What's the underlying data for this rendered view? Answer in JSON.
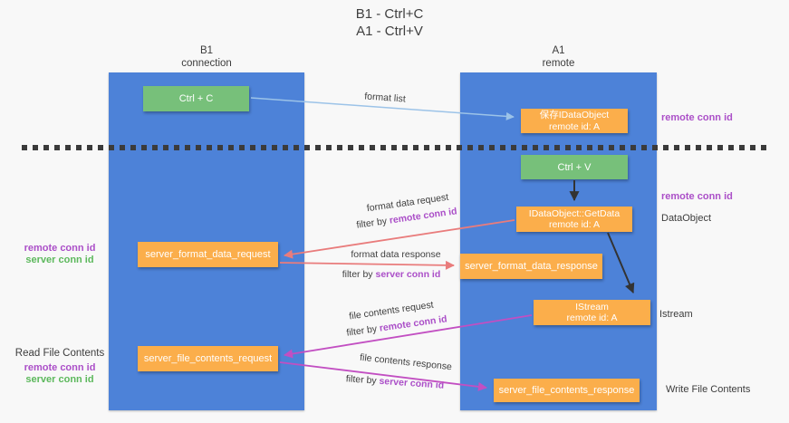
{
  "title": {
    "line1": "B1 - Ctrl+C",
    "line2": "A1 - Ctrl+V"
  },
  "lanes": {
    "left": {
      "name": "B1",
      "role": "connection"
    },
    "right": {
      "name": "A1",
      "role": "remote"
    }
  },
  "boxes": {
    "ctrl_c": {
      "label": "Ctrl + C"
    },
    "save_idataobject": {
      "line1": "保存IDataObject",
      "line2": "remote id: A"
    },
    "ctrl_v": {
      "label": "Ctrl + V"
    },
    "getdata": {
      "line1": "IDataObject::GetData",
      "line2": "remote id: A"
    },
    "format_request": {
      "label": "server_format_data_request"
    },
    "format_response": {
      "label": "server_format_data_response"
    },
    "istream": {
      "line1": "IStream",
      "line2": "remote id: A"
    },
    "file_request": {
      "label": "server_file_contents_request"
    },
    "file_response": {
      "label": "server_file_contents_response"
    }
  },
  "flow_labels": {
    "format_list": "format list",
    "format_data_request": "format data request",
    "format_data_response": "format data response",
    "file_contents_request": "file contents request",
    "file_contents_response": "file contents response",
    "filter_by": "filter by ",
    "remote_conn_id": "remote conn id",
    "server_conn_id": "server conn id"
  },
  "side_labels": {
    "remote_conn_id": "remote conn id",
    "server_conn_id": "server conn id",
    "dataobject": "DataObject",
    "istream": "Istream",
    "read_file_contents": "Read File Contents",
    "write_file_contents": "Write File Contents"
  },
  "colors": {
    "lane_blue": "#4d82d8",
    "box_orange": "#fbae4b",
    "box_green": "#77c07a",
    "purple_text": "#ab4fc8",
    "green_text": "#5cb85c",
    "arrow_red": "#e97c7c",
    "arrow_magenta": "#c24fc2",
    "arrow_lightblue": "#9cc3e8",
    "arrow_black": "#333333",
    "dashed_line": "#3b3b3b"
  }
}
